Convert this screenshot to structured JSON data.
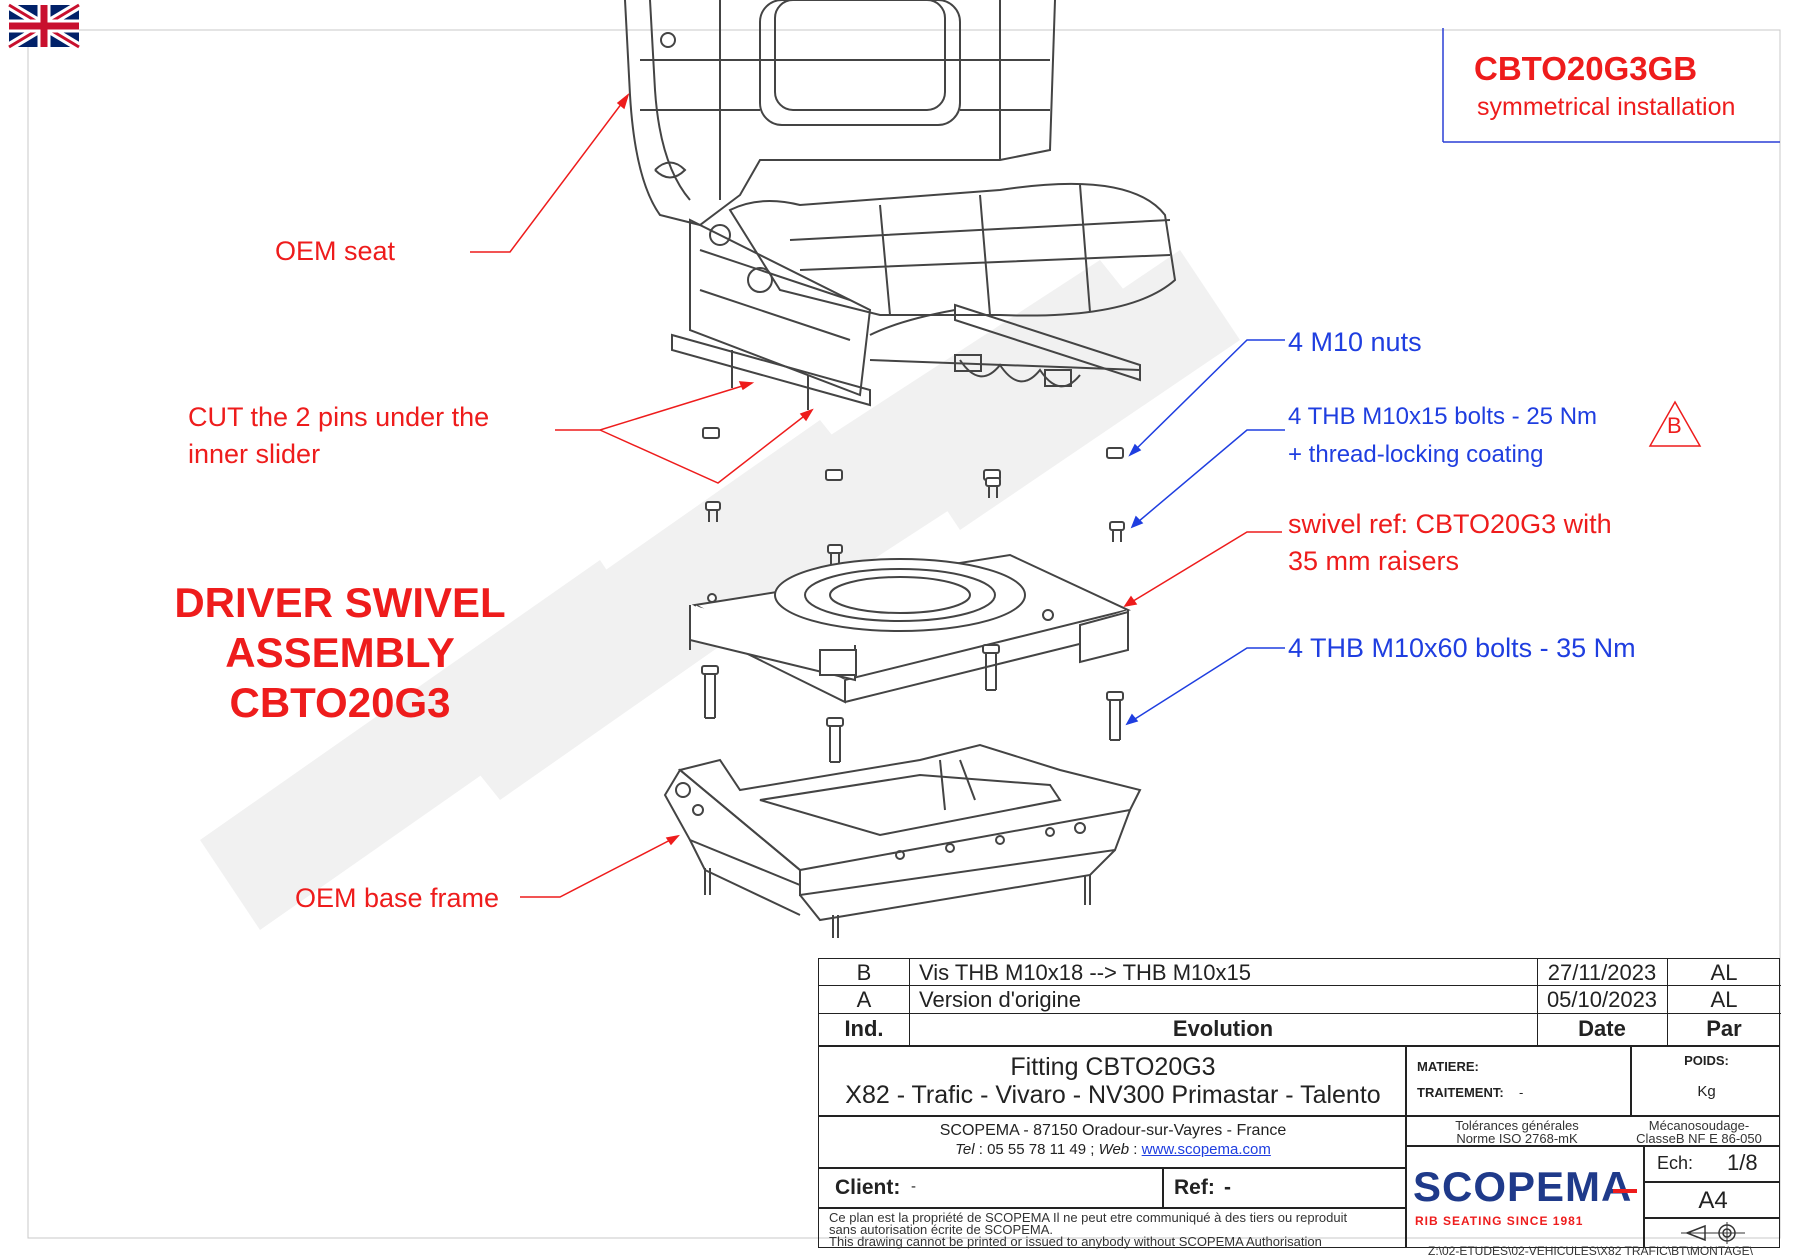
{
  "flag_icon": "uk-flag-icon",
  "colors": {
    "red": "#ee1c1c",
    "blue": "#1f3ee0",
    "line": "#444444",
    "watermark": "#efefef"
  },
  "header": {
    "ref": "CBTO20G3GB",
    "subtitle": "symmetrical installation"
  },
  "title": {
    "line1": "DRIVER SWIVEL",
    "line2": "ASSEMBLY",
    "line3": "CBTO20G3"
  },
  "labels": {
    "oem_seat": "OEM seat",
    "cut_pins_1": "CUT the 2 pins under the",
    "cut_pins_2": "inner slider",
    "nuts": "4 M10 nuts",
    "bolts15_1": "4 THB M10x15 bolts - 25 Nm",
    "bolts15_2": "+ thread-locking coating",
    "revision_marker": "B",
    "swivel_1": "swivel ref: CBTO20G3 with",
    "swivel_2": "35 mm raisers",
    "bolts60": "4 THB M10x60 bolts - 35 Nm",
    "base_frame": "OEM base frame"
  },
  "revisions": [
    {
      "ind": "B",
      "evolution": "Vis THB M10x18 --> THB M10x15",
      "date": "27/11/2023",
      "par": "AL"
    },
    {
      "ind": "A",
      "evolution": "Version d'origine",
      "date": "05/10/2023",
      "par": "AL"
    }
  ],
  "revision_headers": {
    "ind": "Ind.",
    "evolution": "Evolution",
    "date": "Date",
    "par": "Par"
  },
  "titleblock": {
    "fitting": "Fitting CBTO20G3",
    "vehicles": "X82 - Trafic - Vivaro - NV300 Primastar - Talento",
    "company": "SCOPEMA - 87150 Oradour-sur-Vayres - France",
    "tel_label": "Tel",
    "tel": " : 05 55 78 11 49 ; ",
    "web_label": "Web",
    "web_sep": " : ",
    "web": "www.scopema.com",
    "client_label": "Client:",
    "client_value": "-",
    "ref_label": "Ref:",
    "ref_value": "-",
    "matiere": "MATIERE:",
    "traitement": "TRAITEMENT:",
    "traitement_value": "-",
    "poids": "POIDS:",
    "poids_unit": "Kg",
    "tol_1": "Tolérances générales",
    "tol_2": "Norme ISO 2768-mK",
    "meca_1": "Mécanosoudage-",
    "meca_2": "ClasseB NF E 86-050",
    "ech_label": "Ech:",
    "ech_value": "1/8",
    "format": "A4",
    "logo": "SCOPEMA",
    "logo_sub": "RIB SEATING SINCE 1981",
    "disclaimer_1": "Ce plan est la propriété de SCOPEMA Il ne peut etre communiqué à des tiers ou reproduit",
    "disclaimer_2": "sans autorisation écrite de SCOPEMA.",
    "disclaimer_3": "This drawing cannot be printed or issued to anybody without SCOPEMA Authorisation",
    "projection_icon": "first-angle-projection-icon"
  },
  "path": "Z:\\02-ETUDES\\02-VEHICULES\\X82 TRAFIC\\BT\\MONTAGE\\"
}
